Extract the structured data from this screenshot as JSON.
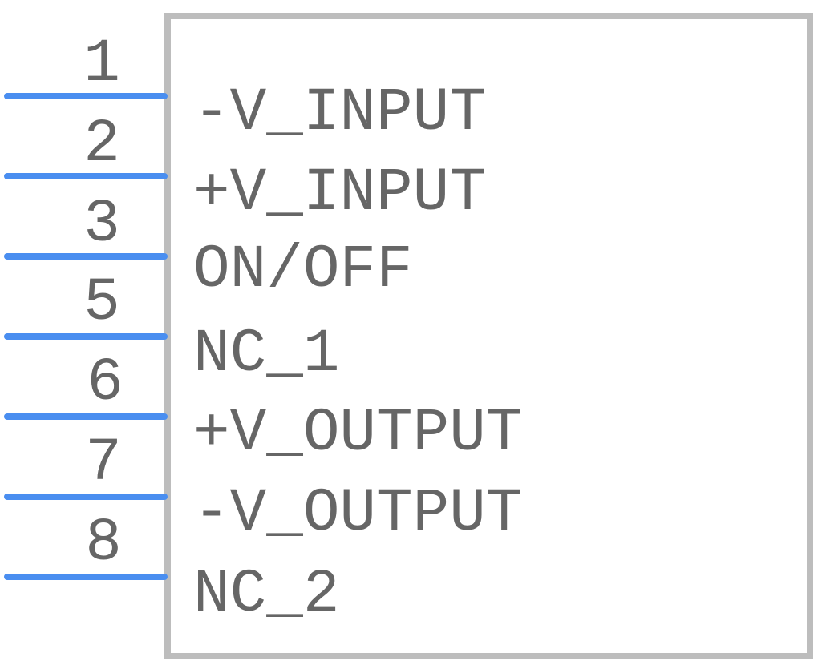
{
  "component": {
    "outline_color": "#bdbdbd",
    "pin_color": "#4a8ef0",
    "text_color": "#666666",
    "pins": [
      {
        "number": "1",
        "name": "-V_INPUT"
      },
      {
        "number": "2",
        "name": "+V_INPUT"
      },
      {
        "number": "3",
        "name": "ON/OFF"
      },
      {
        "number": "5",
        "name": "NC_1"
      },
      {
        "number": "6",
        "name": "+V_OUTPUT"
      },
      {
        "number": "7",
        "name": "-V_OUTPUT"
      },
      {
        "number": "8",
        "name": "NC_2"
      }
    ]
  }
}
